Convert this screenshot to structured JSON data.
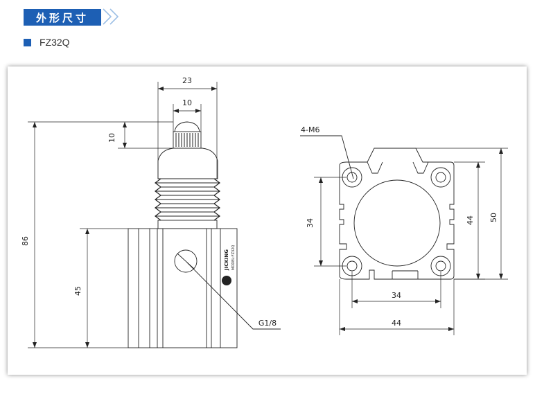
{
  "header": {
    "title": "外形尺寸"
  },
  "model": {
    "label": "FZ32Q"
  },
  "drawing": {
    "side_view": {
      "dims": {
        "top_width": "23",
        "knob_width": "10",
        "knob_height": "10",
        "total_height": "86",
        "body_height": "45"
      },
      "port_callout": "G1/8",
      "brand": "JICKING",
      "model_mark": "MODEL:FZ32Q"
    },
    "end_view": {
      "hole_callout": "4-M6",
      "dims": {
        "hole_spacing_v": "34",
        "hole_spacing_h": "34",
        "body_width": "44",
        "body_height": "44",
        "overall_height": "50"
      }
    }
  }
}
